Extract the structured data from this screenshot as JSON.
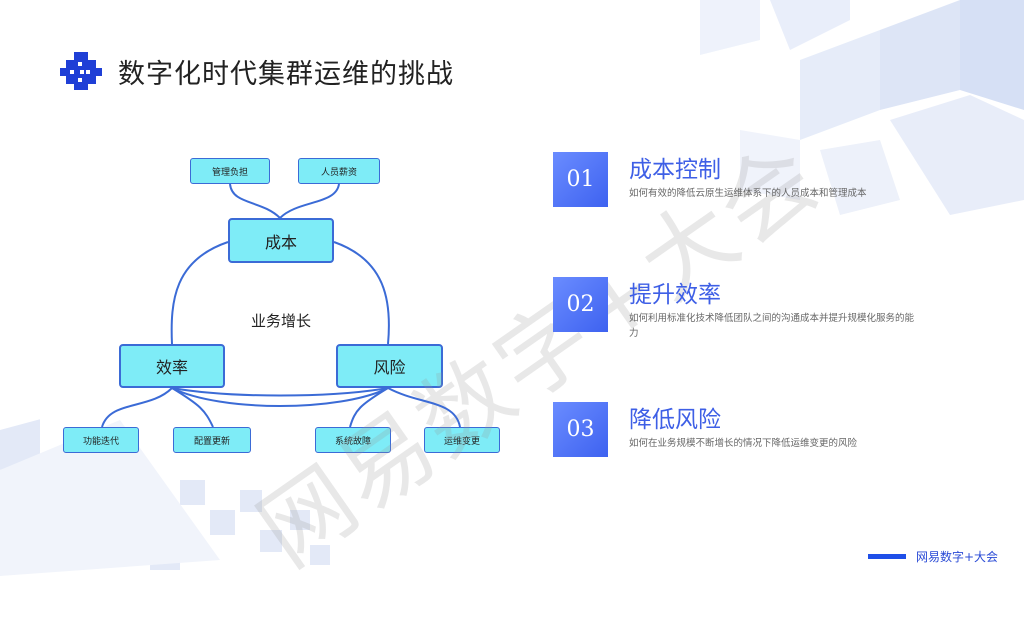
{
  "title": "数字化时代集群运维的挑战",
  "watermark": "网易数字+大会",
  "diagram": {
    "center": "业务增长",
    "top_nodes": [
      "管理负担",
      "人员薪资"
    ],
    "mid": {
      "cost": "成本",
      "efficiency": "效率",
      "risk": "风险"
    },
    "bottom_nodes": [
      "功能迭代",
      "配置更新",
      "系统故障",
      "运维变更"
    ]
  },
  "items": [
    {
      "num": "01",
      "title": "成本控制",
      "desc": "如何有效的降低云原生运维体系下的人员成本和管理成本"
    },
    {
      "num": "02",
      "title": "提升效率",
      "desc": "如何利用标准化技术降低团队之间的沟通成本并提升规模化服务的能力"
    },
    {
      "num": "03",
      "title": "降低风险",
      "desc": "如何在业务规模不断增长的情况下降低运维变更的风险"
    }
  ],
  "footer": {
    "brand": "网易数字+大会"
  },
  "colors": {
    "accent": "#3e62f0",
    "node_fill": "#7eecf7",
    "node_border": "#3b6bd6"
  }
}
